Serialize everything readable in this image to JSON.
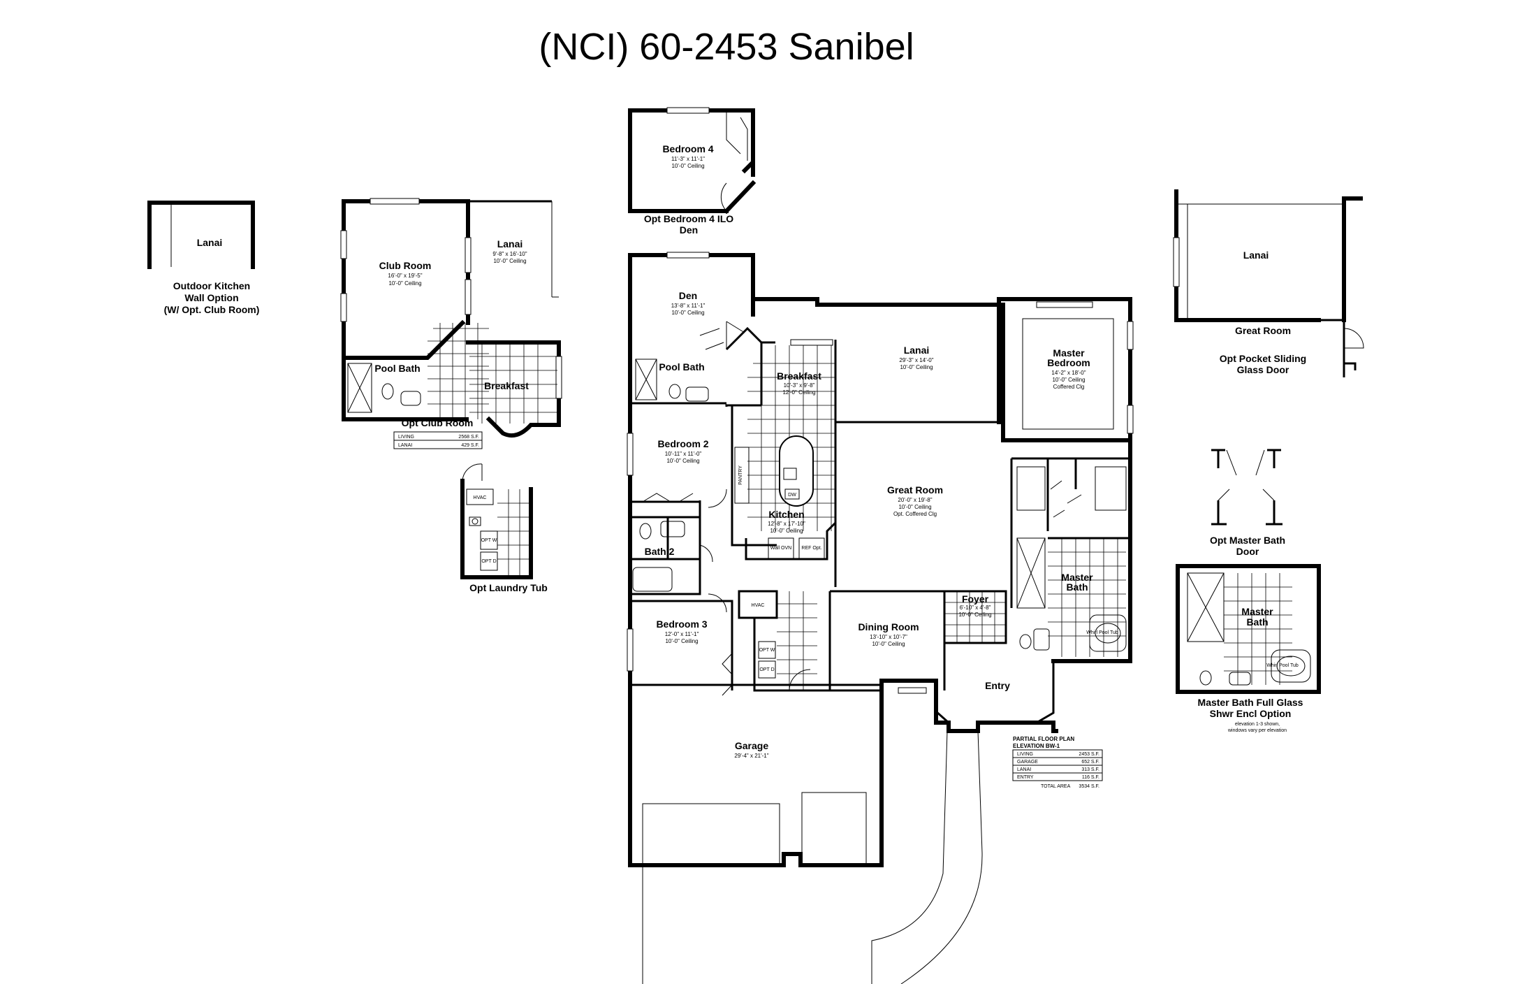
{
  "title": "(NCI) 60-2453 Sanibel",
  "options": {
    "outdoor_kitchen": {
      "room": "Lanai",
      "caption": [
        "Outdoor Kitchen",
        "Wall Option",
        "(W/ Opt. Club Room)"
      ]
    },
    "club_room": {
      "club_room": {
        "name": "Club Room",
        "dims": "16'-0\" x 19'-5\"",
        "ceiling": "10'-0\" Ceiling"
      },
      "lanai": {
        "name": "Lanai",
        "dims": "9'-8\" x 16'-10\"",
        "ceiling": "10'-0\" Ceiling"
      },
      "pool_bath": "Pool Bath",
      "breakfast": "Breakfast",
      "caption": "Opt Club Room",
      "table": [
        {
          "label": "LIVING",
          "value": "2568 S.F."
        },
        {
          "label": "LANAI",
          "value": "429 S.F."
        }
      ]
    },
    "laundry": {
      "caption": "Opt Laundry Tub",
      "hvac": "HVAC",
      "w": "OPT W",
      "d": "OPT D"
    },
    "bedroom4": {
      "name": "Bedroom 4",
      "dims": "11'-3\" x 11'-1\"",
      "ceiling": "10'-0\" Ceiling",
      "caption": [
        "Opt Bedroom 4 ILO",
        "Den"
      ]
    },
    "pocket_door": {
      "lanai": "Lanai",
      "great_room": "Great Room",
      "caption": [
        "Opt Pocket Sliding",
        "Glass Door"
      ]
    },
    "master_bath_door": {
      "caption": [
        "Opt Master Bath",
        "Door"
      ]
    },
    "master_bath_glass": {
      "room": [
        "Master",
        "Bath"
      ],
      "tub": "Whirl Pool Tub",
      "caption": [
        "Master Bath Full Glass",
        "Shwr Encl Option"
      ],
      "note": [
        "elevation 1-3 shown,",
        "windows vary per elevation"
      ]
    }
  },
  "main": {
    "den": {
      "name": "Den",
      "dims": "13'-8\" x 11'-1\"",
      "ceiling": "10'-0\" Ceiling"
    },
    "pool_bath": "Pool Bath",
    "breakfast": {
      "name": "Breakfast",
      "dims": "10'-3\" x 9'-8\"",
      "ceiling": "12'-0\" Ceiling"
    },
    "lanai": {
      "name": "Lanai",
      "dims": "29'-3\" x 14'-0\"",
      "ceiling": "10'-0\" Ceiling"
    },
    "master_bedroom": {
      "name": [
        "Master",
        "Bedroom"
      ],
      "dims": "14'-2\" x 18'-0\"",
      "ceiling": "10'-0\" Ceiling",
      "extra": "Coffered Clg"
    },
    "bedroom2": {
      "name": "Bedroom 2",
      "dims": "10'-11\" x 11'-0\"",
      "ceiling": "10'-0\" Ceiling"
    },
    "kitchen": {
      "name": "Kitchen",
      "dims": "12'-8\" x 17'-10\"",
      "ceiling": "10'-0\" Ceiling",
      "pantry": "PANTRY",
      "dw": "DW",
      "oven": "Wall OVN",
      "refr": "REF Opt."
    },
    "great_room": {
      "name": "Great Room",
      "dims": "20'-0\" x 19'-8\"",
      "ceiling": "10'-0\" Ceiling",
      "extra": "Opt. Coffered Clg"
    },
    "bath2": "Bath 2",
    "master_bath": [
      "Master",
      "Bath"
    ],
    "master_tub": "Whirl Pool Tub",
    "bedroom3": {
      "name": "Bedroom 3",
      "dims": "12'-0\" x 11'-1\"",
      "ceiling": "10'-0\" Ceiling"
    },
    "hvac": "HVAC",
    "laundry_w": "OPT W",
    "laundry_d": "OPT D",
    "dining": {
      "name": "Dining Room",
      "dims": "13'-10\" x 10'-7\"",
      "ceiling": "10'-0\" Ceiling"
    },
    "foyer": {
      "name": "Foyer",
      "dims": "6'-10\" x 4'-8\"",
      "ceiling": "10'-0\" Ceiling"
    },
    "entry": "Entry",
    "garage": {
      "name": "Garage",
      "dims": "29'-4\" x 21'-1\""
    }
  },
  "area_table": {
    "heading": [
      "PARTIAL FLOOR PLAN",
      "ELEVATION BW-1"
    ],
    "rows": [
      {
        "label": "LIVING",
        "value": "2453 S.F."
      },
      {
        "label": "GARAGE",
        "value": "652 S.F."
      },
      {
        "label": "LANAI",
        "value": "313 S.F."
      },
      {
        "label": "ENTRY",
        "value": "116 S.F."
      }
    ],
    "total_label": "TOTAL AREA",
    "total_value": "3534 S.F."
  }
}
